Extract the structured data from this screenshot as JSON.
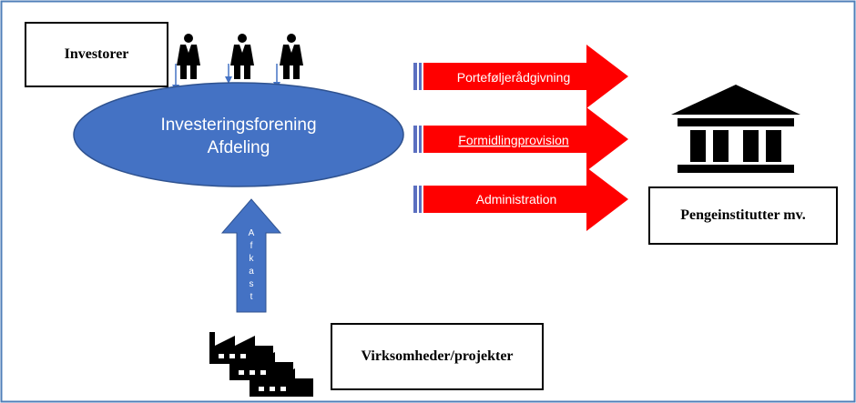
{
  "boxes": {
    "investors": "Investorer",
    "institutions": "Pengeinstitutter mv.",
    "companies": "Virksomheder/projekter"
  },
  "fund": {
    "line1": "Investeringsforening",
    "line2": "Afdeling"
  },
  "flows": [
    "Porteføljerådgivning",
    "Formidlingprovision",
    "Administration"
  ],
  "return_arrow": {
    "letters": [
      "A",
      "f",
      "k",
      "a",
      "s",
      "t"
    ]
  },
  "colors": {
    "frame": "#4f7fb8",
    "fund_fill": "#4472c4",
    "fund_stroke": "#2f528f",
    "flow_fill": "#ff0000",
    "flow_stripe": "#5b6fc0",
    "return_fill": "#4472c4",
    "icon": "#000000"
  },
  "icons": {
    "investors": "person-icon",
    "institutions": "bank-icon",
    "companies": "factory-icon"
  }
}
